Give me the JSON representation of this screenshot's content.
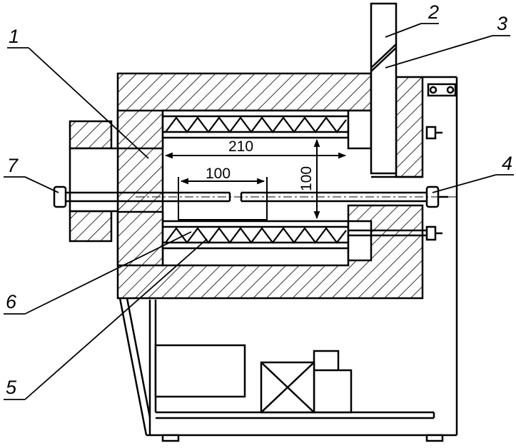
{
  "labels": {
    "l1": "1",
    "l2": "2",
    "l3": "3",
    "l4": "4",
    "l5": "5",
    "l6": "6",
    "l7": "7"
  },
  "dimensions": {
    "chamber_length": "210",
    "sample_length": "100",
    "chamber_diameter": "100"
  }
}
